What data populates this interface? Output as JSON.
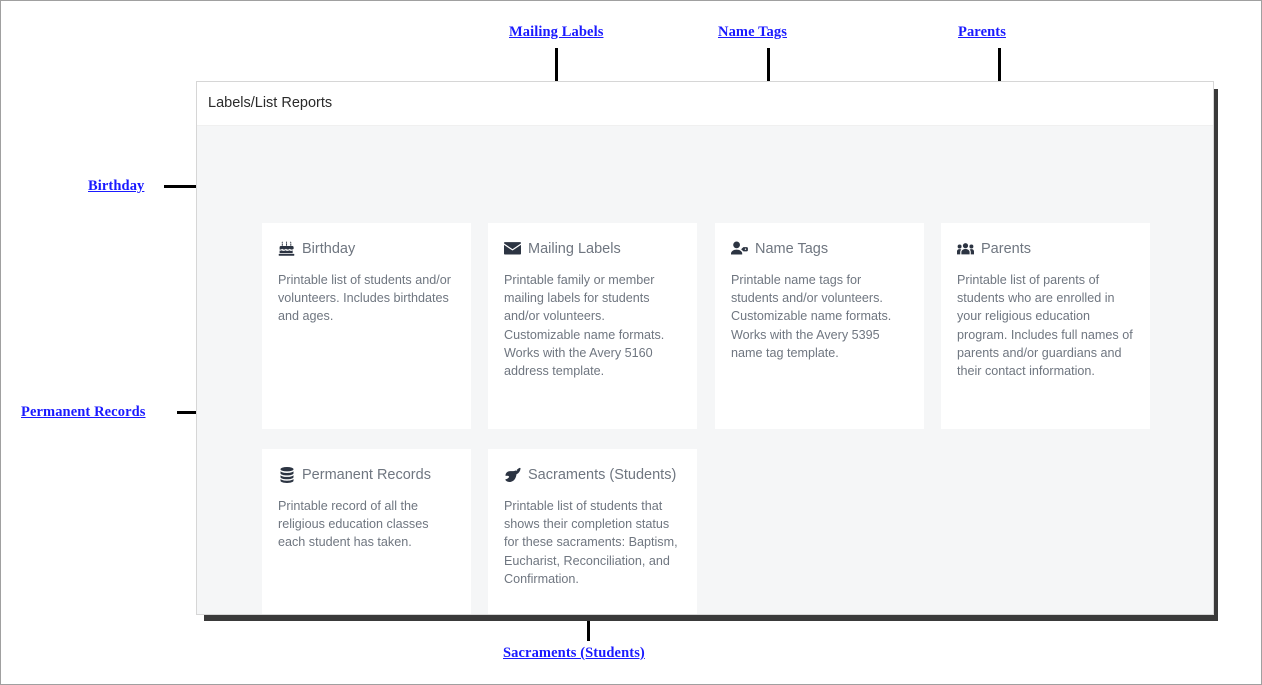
{
  "panel": {
    "title": "Labels/List Reports"
  },
  "cards": [
    {
      "id": "birthday",
      "icon": "birthday-cake-icon",
      "title": "Birthday",
      "description": "Printable list of students and/or volunteers. Includes birthdates and ages."
    },
    {
      "id": "mailing-labels",
      "icon": "envelope-icon",
      "title": "Mailing Labels",
      "description": "Printable family or member mailing labels for students and/or volunteers. Customizable name formats. Works with the Avery 5160 address template."
    },
    {
      "id": "name-tags",
      "icon": "user-tag-icon",
      "title": "Name Tags",
      "description": "Printable name tags for students and/or volunteers. Customizable name formats. Works with the Avery 5395 name tag template."
    },
    {
      "id": "parents",
      "icon": "users-group-icon",
      "title": "Parents",
      "description": "Printable list of parents of students who are enrolled in your religious education program. Includes full names of parents and/or guardians and their contact information."
    },
    {
      "id": "permanent-records",
      "icon": "database-icon",
      "title": "Permanent Records",
      "description": "Printable record of all the religious education classes each student has taken."
    },
    {
      "id": "sacraments-students",
      "icon": "dove-icon",
      "title": "Sacraments (Students)",
      "description": "Printable list of students that shows their completion status for these sacraments: Baptism, Eucharist, Reconciliation, and Confirmation."
    }
  ],
  "annotations": [
    {
      "id": "annot-mailing-labels",
      "label": "Mailing Labels"
    },
    {
      "id": "annot-name-tags",
      "label": "Name Tags"
    },
    {
      "id": "annot-parents",
      "label": "Parents"
    },
    {
      "id": "annot-birthday",
      "label": "Birthday"
    },
    {
      "id": "annot-permanent-records",
      "label": "Permanent Records"
    },
    {
      "id": "annot-sacraments",
      "label": "Sacraments (Students)"
    }
  ],
  "colors": {
    "annotation": "#1a1aff",
    "icon": "#2c3442",
    "text_muted": "#6f7680",
    "panel_body": "#f5f6f7",
    "card_bg": "#ffffff"
  }
}
